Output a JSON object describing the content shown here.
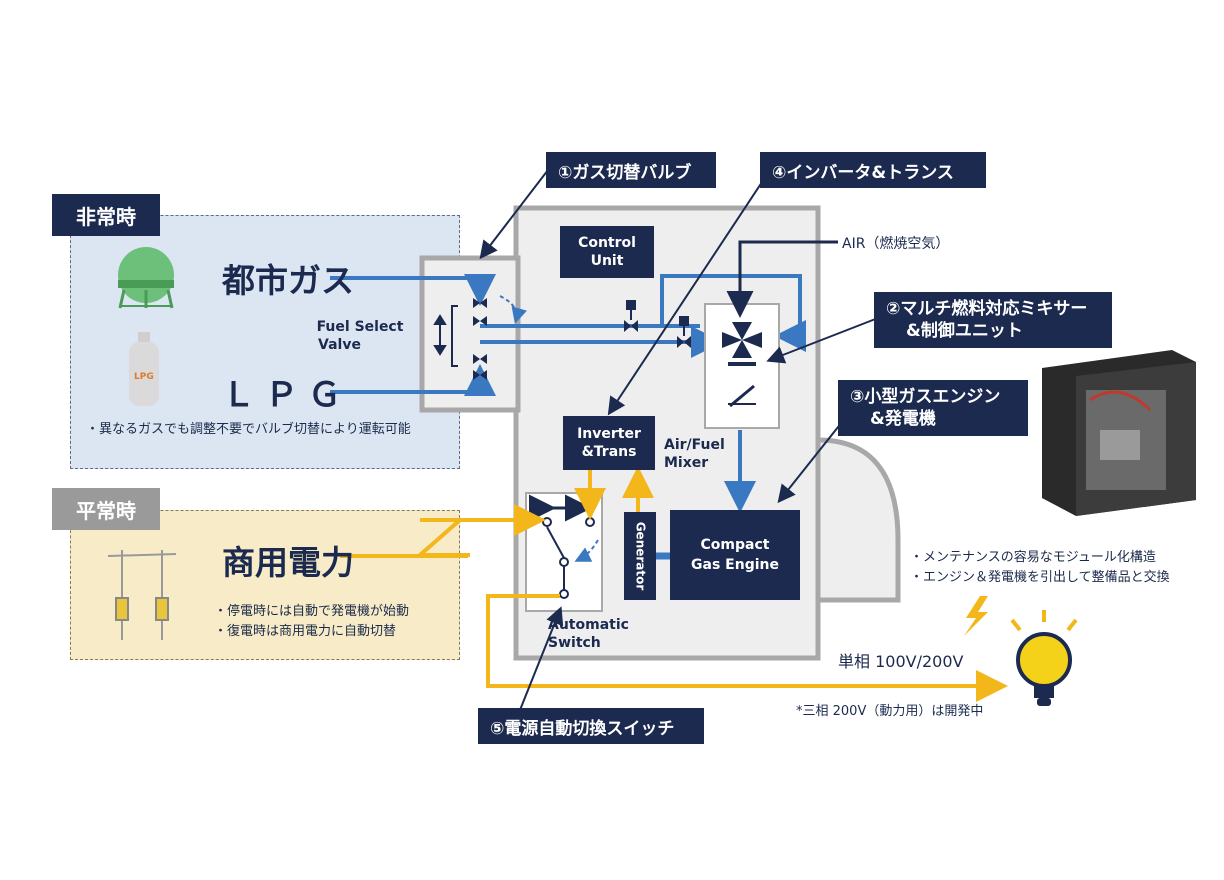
{
  "emergency": {
    "tag": "非常時",
    "city_gas": "都市ガス",
    "lpg": "ＬＰＧ",
    "lpg_cylinder_label": "LPG",
    "note": "・異なるガスでも調整不要でバルブ切替により運転可能"
  },
  "normal": {
    "tag": "平常時",
    "commercial_power": "商用電力",
    "notes": [
      "・停電時には自動で発電機が始動",
      "・復電時は商用電力に自動切替"
    ]
  },
  "components": {
    "fuel_select_valve": [
      "Fuel Select",
      "Valve"
    ],
    "control_unit": [
      "Control",
      "Unit"
    ],
    "inverter": [
      "Inverter",
      "&Trans"
    ],
    "mixer": [
      "Air/Fuel",
      "Mixer"
    ],
    "generator": "Generator",
    "engine": [
      "Compact",
      "Gas Engine"
    ],
    "auto_switch": [
      "Automatic",
      "Switch"
    ],
    "air_label": "AIR（燃焼空気）"
  },
  "callouts": {
    "c1": "①ガス切替バルブ",
    "c2": [
      "②マルチ燃料対応ミキサー",
      "&制御ユニット"
    ],
    "c3": [
      "③小型ガスエンジン",
      "&発電機"
    ],
    "c4": "④インバータ&トランス",
    "c5": "⑤電源自動切換スイッチ"
  },
  "maintenance_notes": [
    "・メンテナンスの容易なモジュール化構造",
    "・エンジン＆発電機を引出して整備品と交換"
  ],
  "output": {
    "single_phase": "単相 100V/200V",
    "three_phase_note": "*三相 200V（動力用）は開発中"
  },
  "colors": {
    "navy": "#1b2a4e",
    "blue_flow": "#3a78c2",
    "yellow_flow": "#f3b61b",
    "emergency_bg": "#dce6f3",
    "normal_bg": "#f8ecc8",
    "gray_frame": "#a8a8a8"
  },
  "icons": [
    "gas-tank-icon",
    "lpg-cylinder-icon",
    "utility-pole-icon",
    "lightning-icon",
    "light-bulb-icon",
    "valve-icon",
    "fan-icon"
  ]
}
